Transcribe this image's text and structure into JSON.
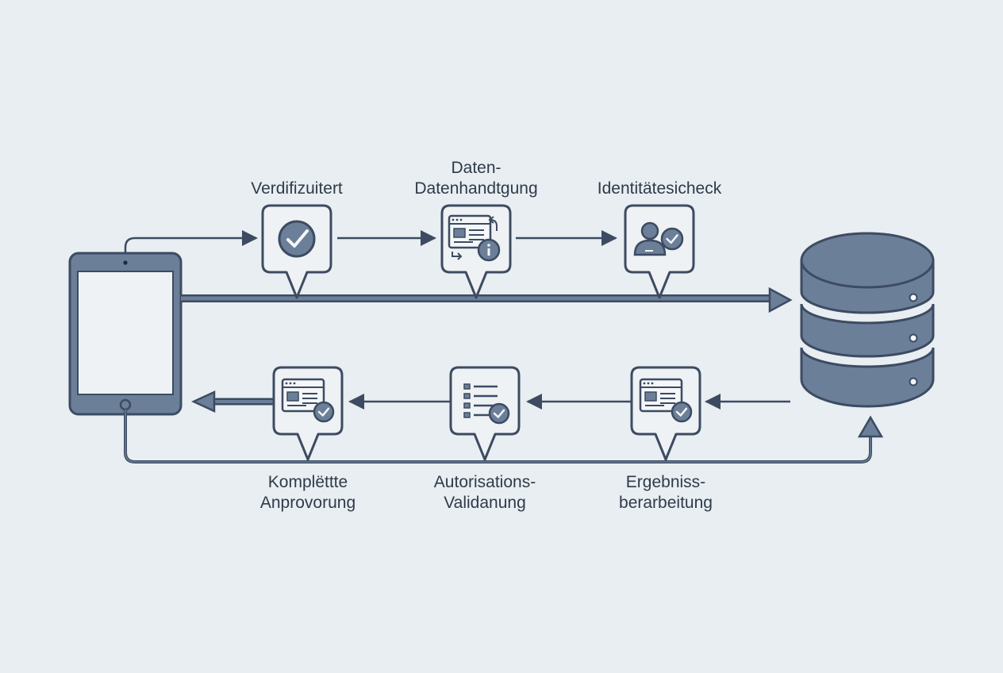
{
  "colors": {
    "background": "#e8eef1",
    "stroke": "#3d4b62",
    "fill": "#6b7f99",
    "card": "#eef2f4",
    "light": "#f4f6f8",
    "text": "#2f3a4a"
  },
  "steps_top": [
    {
      "lines": [
        "Verdifizuitert"
      ],
      "icon": "checkmark-circle-icon"
    },
    {
      "lines": [
        "Daten-",
        "Datenhandtgung"
      ],
      "icon": "document-info-icon"
    },
    {
      "lines": [
        "Identitätesicheck"
      ],
      "icon": "user-check-icon"
    }
  ],
  "steps_bottom": [
    {
      "lines": [
        "Komplëttte",
        "Anprovorung"
      ],
      "icon": "window-check-icon"
    },
    {
      "lines": [
        "Autorisations-",
        "Validanung"
      ],
      "icon": "list-check-icon"
    },
    {
      "lines": [
        "Ergebniss-",
        "berarbeitung"
      ],
      "icon": "window-check-icon"
    }
  ],
  "nodes": {
    "client": {
      "icon": "tablet-icon"
    },
    "server": {
      "icon": "database-icon"
    }
  }
}
